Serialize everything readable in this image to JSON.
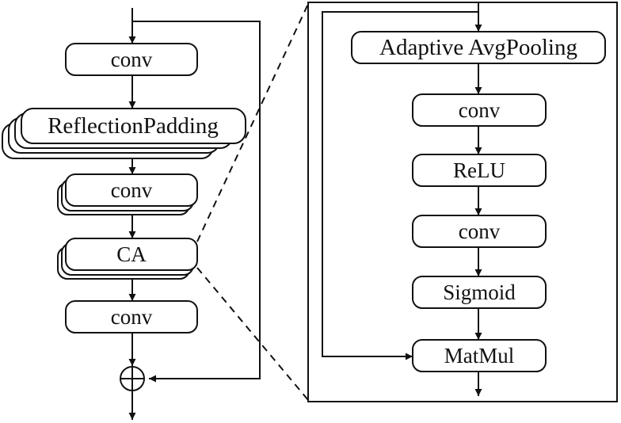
{
  "left_chain": {
    "conv_top": "conv",
    "reflection_padding": "ReflectionPadding",
    "conv_stacked": "conv",
    "ca": "CA",
    "conv_bottom": "conv"
  },
  "ca_detail": {
    "adaptive_avg_pooling": "Adaptive AvgPooling",
    "conv_1": "conv",
    "relu": "ReLU",
    "conv_2": "conv",
    "sigmoid": "Sigmoid",
    "matmul": "MatMul"
  },
  "symbols": {
    "residual_add": "plus-circle-icon"
  }
}
